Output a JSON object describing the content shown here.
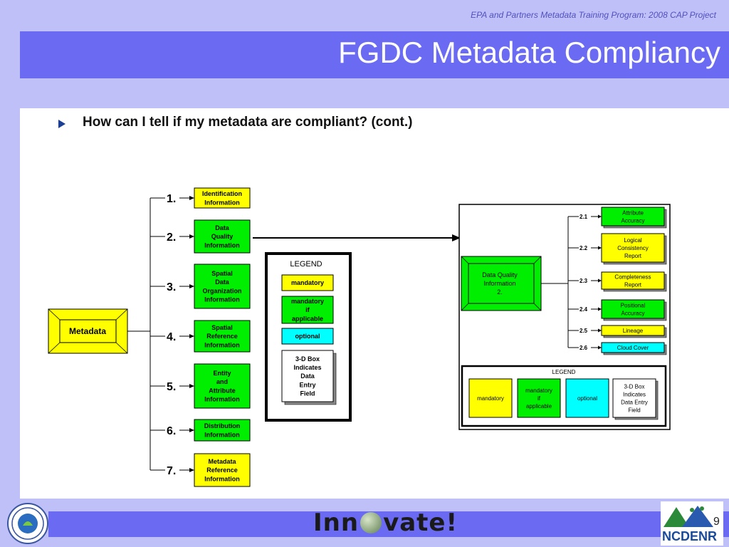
{
  "header": {
    "tagline": "EPA and Partners Metadata Training Program: 2008 CAP Project",
    "title": "FGDC Metadata Compliancy"
  },
  "bullet": {
    "text": "How can I tell if my metadata are compliant? (cont.)"
  },
  "diagram_left": {
    "root": "Metadata",
    "sections": [
      {
        "number": "1.",
        "lines": [
          "Identification",
          "Information"
        ],
        "type": "mandatory"
      },
      {
        "number": "2.",
        "lines": [
          "Data",
          "Quality",
          "Information"
        ],
        "type": "mandatory_if"
      },
      {
        "number": "3.",
        "lines": [
          "Spatial",
          "Data",
          "Organization",
          "Information"
        ],
        "type": "mandatory_if"
      },
      {
        "number": "4.",
        "lines": [
          "Spatial",
          "Reference",
          "Information"
        ],
        "type": "mandatory_if"
      },
      {
        "number": "5.",
        "lines": [
          "Entity",
          "and",
          "Attribute",
          "Information"
        ],
        "type": "mandatory_if"
      },
      {
        "number": "6.",
        "lines": [
          "Distribution",
          "Information"
        ],
        "type": "mandatory_if"
      },
      {
        "number": "7.",
        "lines": [
          "Metadata",
          "Reference",
          "Information"
        ],
        "type": "mandatory"
      }
    ],
    "legend": {
      "title": "LEGEND",
      "items": [
        {
          "lines": [
            "mandatory"
          ],
          "type": "mandatory"
        },
        {
          "lines": [
            "mandatory",
            "if",
            "applicable"
          ],
          "type": "mandatory_if"
        },
        {
          "lines": [
            "optional"
          ],
          "type": "optional"
        },
        {
          "lines": [
            "3-D Box",
            "Indicates",
            "Data",
            "Entry",
            "Field"
          ],
          "type": "box"
        }
      ]
    }
  },
  "diagram_right": {
    "root": [
      "Data Quality",
      "Information",
      "2."
    ],
    "items": [
      {
        "number": "2.1",
        "lines": [
          "Attribute",
          "Accuracy"
        ],
        "type": "mandatory_if"
      },
      {
        "number": "2.2",
        "lines": [
          "Logical",
          "Consistency",
          "Report"
        ],
        "type": "mandatory"
      },
      {
        "number": "2.3",
        "lines": [
          "Completeness",
          "Report"
        ],
        "type": "mandatory"
      },
      {
        "number": "2.4",
        "lines": [
          "Positional",
          "Accuracy"
        ],
        "type": "mandatory_if"
      },
      {
        "number": "2.5",
        "lines": [
          "Lineage"
        ],
        "type": "mandatory"
      },
      {
        "number": "2.6",
        "lines": [
          "Cloud Cover"
        ],
        "type": "optional"
      }
    ],
    "legend": {
      "title": "LEGEND",
      "items": [
        {
          "lines": [
            "mandatory"
          ],
          "type": "mandatory"
        },
        {
          "lines": [
            "mandatory",
            "if",
            "applicable"
          ],
          "type": "mandatory_if"
        },
        {
          "lines": [
            "optional"
          ],
          "type": "optional"
        },
        {
          "lines": [
            "3-D Box",
            "Indicates",
            "Data Entry",
            "Field"
          ],
          "type": "box"
        }
      ]
    }
  },
  "footer": {
    "logo_left": "Inn",
    "logo_right": "vate!",
    "brand": "NCDENR",
    "page_number": "9"
  },
  "colors": {
    "mandatory": "#ffff00",
    "mandatory_if": "#00ee00",
    "optional": "#00ffff",
    "box": "#ffffff"
  }
}
